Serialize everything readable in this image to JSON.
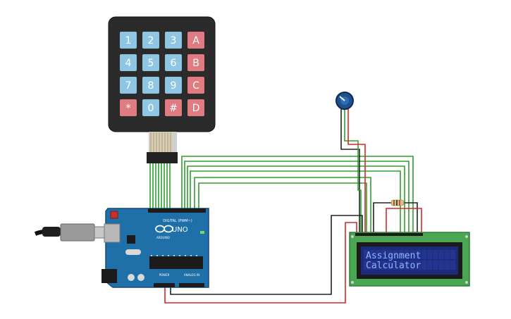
{
  "keypad": {
    "rows": [
      [
        "1",
        "2",
        "3",
        "A"
      ],
      [
        "4",
        "5",
        "6",
        "B"
      ],
      [
        "7",
        "8",
        "9",
        "C"
      ],
      [
        "*",
        "0",
        "#",
        "D"
      ]
    ],
    "colors": {
      "number": "#8ec6e3",
      "letter": "#e07b82",
      "body": "#2b2b2b"
    }
  },
  "arduino": {
    "logo_text": "UNO",
    "brand_text": "ARDUINO",
    "digital_label": "DIGITAL (PWM~)",
    "power_label": "POWER",
    "analog_label": "ANALOG IN"
  },
  "lcd": {
    "line1": "Assignment",
    "line2": "Calculator",
    "colors": {
      "board": "#4aa653",
      "screen": "#1c2b7a",
      "text": "#8fb3ff"
    }
  },
  "wires": {
    "signal": "#2ca02c",
    "power": "#d62728",
    "ground": "#222222"
  }
}
